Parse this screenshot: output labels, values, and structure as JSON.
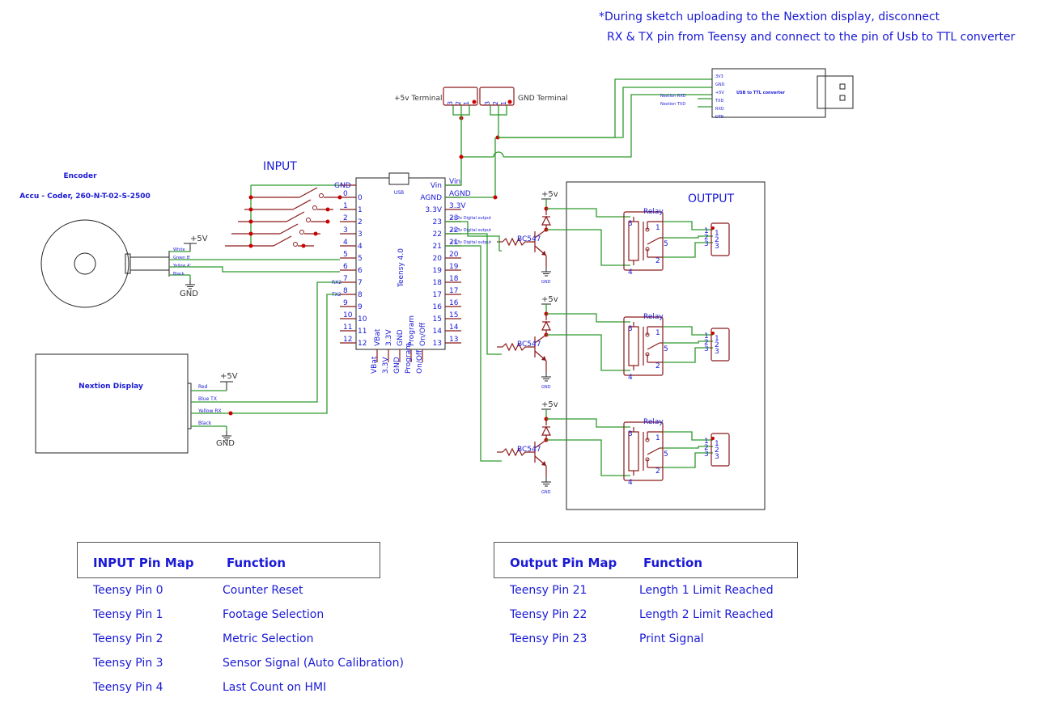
{
  "notes": {
    "line1": "*During sketch uploading to the Nextion display, disconnect",
    "line2": "RX & TX pin from Teensy and connect to the pin of Usb to TTL converter"
  },
  "encoder": {
    "title": "Encoder",
    "model": "Accu - Coder, 260-N-T-02-S-2500",
    "plus5v": "+5V",
    "gnd": "GND",
    "wires": [
      "White",
      "Green B'",
      "Yellow A'",
      "Black"
    ]
  },
  "nextion": {
    "title": "Nextion Display",
    "plus5v": "+5V",
    "gnd": "GND",
    "wires": [
      "Red",
      "Blue TX",
      "Yellow RX",
      "Black"
    ]
  },
  "input_section": "INPUT",
  "output_section": "OUTPUT",
  "teensy": {
    "name": "Teensy 4.0",
    "usb": "USB",
    "left_pins": [
      "GND",
      "0",
      "1",
      "2",
      "3",
      "4",
      "5",
      "6",
      "7",
      "8",
      "9",
      "10",
      "11",
      "12"
    ],
    "right_pins": [
      "Vin",
      "AGND",
      "3.3V",
      "23",
      "22",
      "21",
      "20",
      "19",
      "18",
      "17",
      "16",
      "15",
      "14",
      "13"
    ],
    "bottom_pins": [
      "VBat",
      "3.3V",
      "GND",
      "Program",
      "On/Off"
    ],
    "rx2": "RX2",
    "tx2": "TX2",
    "digital_out": "+3.3v Digital output"
  },
  "terminals": {
    "plus5": "+5v Terminal",
    "gnd": "GND Terminal",
    "pins": [
      "3",
      "2",
      "1"
    ]
  },
  "usb_ttl": {
    "title": "USB to TTL converter",
    "pins": [
      "3V3",
      "GND",
      "+5V",
      "TXD",
      "RXD",
      "DTR"
    ],
    "nextion_rxd": "Nextion RXD",
    "nextion_txd": "Nextion TXD"
  },
  "relays": {
    "label": "Relay",
    "transistor": "BC547",
    "supply": "+5v",
    "gnd": "GND",
    "coil_pins": [
      "3",
      "4"
    ],
    "contact_pins": [
      "1",
      "5",
      "2"
    ],
    "terminal_pins": [
      "1",
      "2",
      "3"
    ]
  },
  "input_table": {
    "header_pin": "INPUT Pin Map",
    "header_func": "Function",
    "rows": [
      {
        "pin": "Teensy Pin 0",
        "func": "Counter Reset"
      },
      {
        "pin": "Teensy Pin 1",
        "func": "Footage Selection"
      },
      {
        "pin": "Teensy Pin 2",
        "func": "Metric Selection"
      },
      {
        "pin": "Teensy Pin 3",
        "func": "Sensor Signal (Auto Calibration)"
      },
      {
        "pin": "Teensy Pin 4",
        "func": "Last Count on HMI"
      }
    ]
  },
  "output_table": {
    "header_pin": "Output Pin Map",
    "header_func": "Function",
    "rows": [
      {
        "pin": "Teensy Pin 21",
        "func": "Length 1 Limit Reached"
      },
      {
        "pin": "Teensy Pin 22",
        "func": "Length 2 Limit Reached"
      },
      {
        "pin": "Teensy Pin 23",
        "func": "Print Signal"
      }
    ]
  }
}
